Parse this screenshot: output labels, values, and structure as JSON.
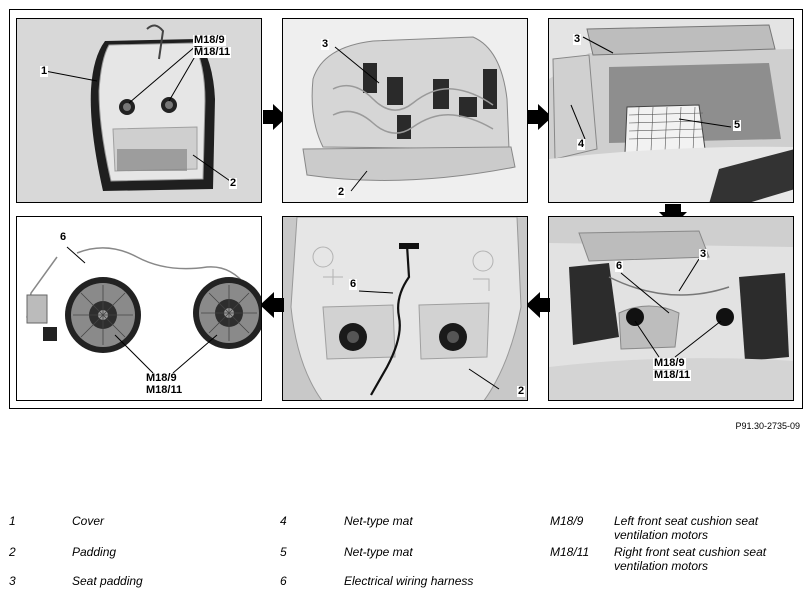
{
  "figure": {
    "code": "P91.30-2735-09"
  },
  "callouts": {
    "p1": {
      "c1": "1",
      "c2": "2",
      "m1": "M18/9",
      "m2": "M18/11"
    },
    "p2": {
      "c3": "3",
      "c2": "2"
    },
    "p3": {
      "c3": "3",
      "c4": "4",
      "c5": "5"
    },
    "p4": {
      "c3": "3",
      "c6": "6",
      "m1": "M18/9",
      "m2": "M18/11"
    },
    "p5": {
      "c6": "6",
      "c2": "2"
    },
    "p6": {
      "c6": "6",
      "m1": "M18/9",
      "m2": "M18/11"
    }
  },
  "legend": {
    "col1": [
      {
        "num": "1",
        "text": "Cover"
      },
      {
        "num": "2",
        "text": "Padding"
      },
      {
        "num": "3",
        "text": "Seat padding"
      }
    ],
    "col2": [
      {
        "num": "4",
        "text": "Net-type mat"
      },
      {
        "num": "5",
        "text": "Net-type mat"
      },
      {
        "num": "6",
        "text": "Electrical wiring harness"
      }
    ],
    "col3": [
      {
        "num": "M18/9",
        "line1": "Left front seat cushion seat",
        "line2": "ventilation motors"
      },
      {
        "num": "M18/11",
        "line1": "Right front seat cushion seat",
        "line2": "ventilation motors"
      }
    ]
  },
  "colors": {
    "frame": "#000000",
    "arrow": "#000000",
    "photo_light": "#d9d9d9",
    "photo_mid": "#a8a8a8",
    "photo_dark": "#2e2e2e"
  }
}
